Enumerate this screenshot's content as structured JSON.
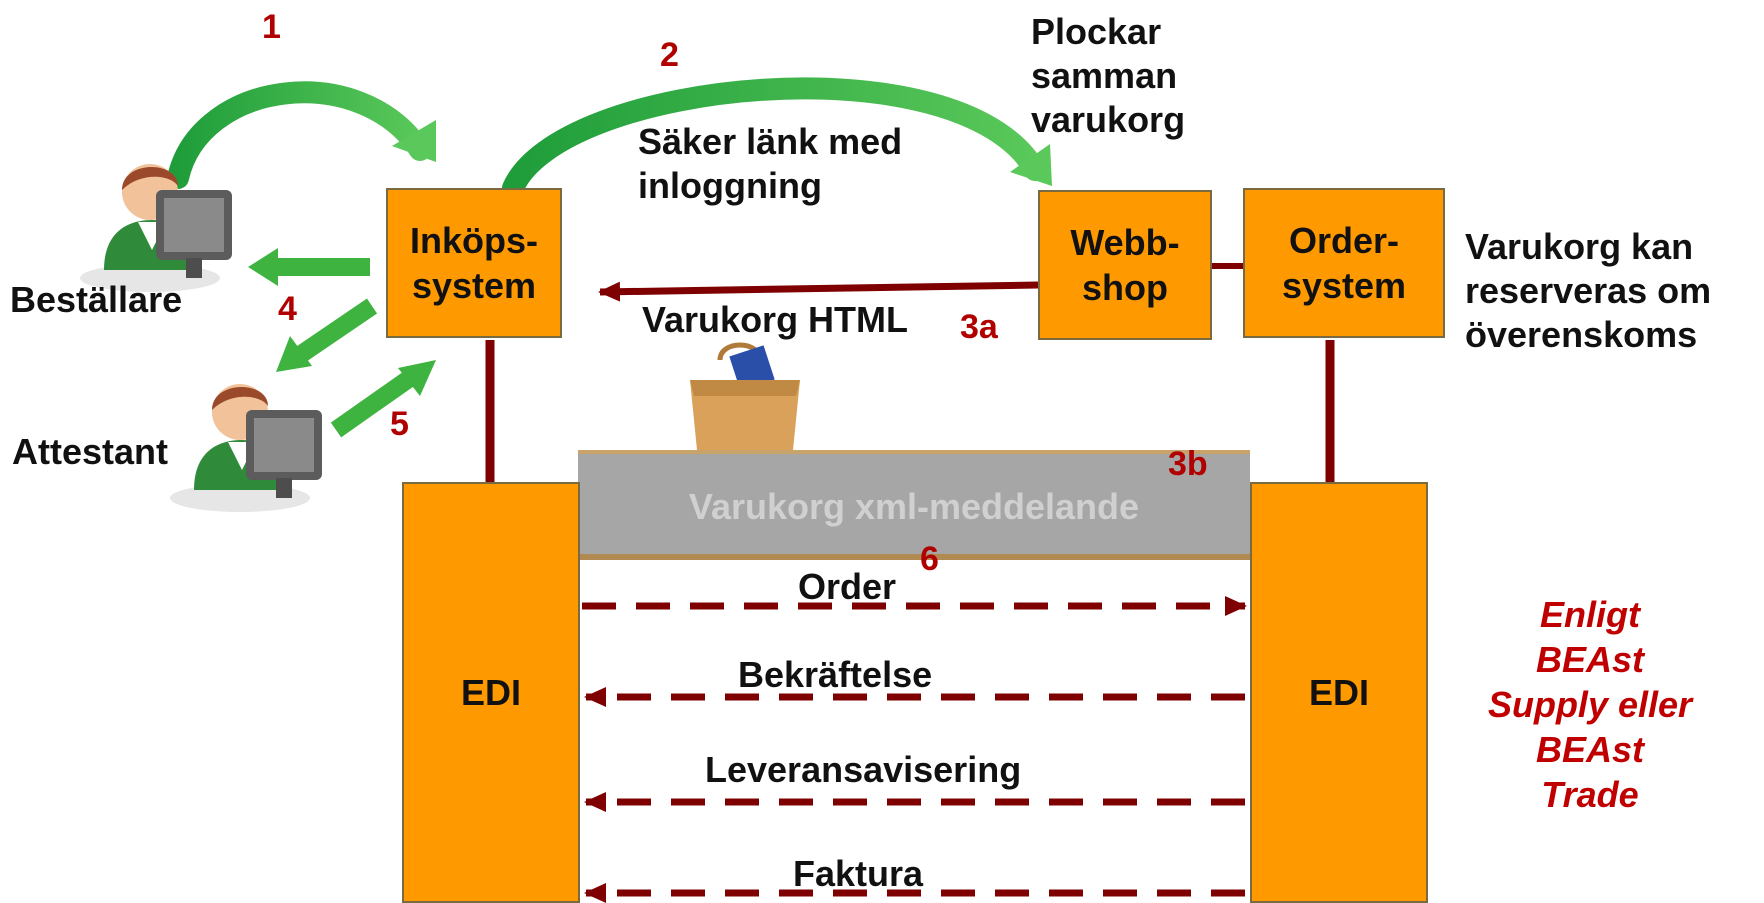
{
  "boxes": {
    "inkop": "Inköps-\nsystem",
    "webbshop": "Webb-\nshop",
    "ordersystem": "Order-\nsystem",
    "edi_left": "EDI",
    "edi_right": "EDI"
  },
  "people": {
    "bestallare": "Beställare",
    "attestant": "Attestant"
  },
  "labels": {
    "link": "Säker länk med\ninloggning",
    "plockar": "Plockar\nsamman\nvarukorg",
    "reserve": "Varukorg kan\nreserveras om\növerenskoms",
    "html": "Varukorg HTML",
    "xml": "Varukorg xml-meddelande",
    "order": "Order",
    "bekraftelse": "Bekräftelse",
    "leverans": "Leveransavisering",
    "faktura": "Faktura"
  },
  "steps": {
    "s1": "1",
    "s2": "2",
    "s3a": "3a",
    "s3b": "3b",
    "s4": "4",
    "s5": "5",
    "s6": "6"
  },
  "note": "Enligt\nBEAst\nSupply eller\nBEAst\nTrade",
  "colors": {
    "box": "#ff9900",
    "arrow_dark_red": "#7f0000",
    "arrow_green": "#2ea82e",
    "step_red": "#b00000",
    "note_red": "#c00000"
  },
  "icons": [
    "person-at-computer-icon",
    "shopping-bag-icon"
  ]
}
